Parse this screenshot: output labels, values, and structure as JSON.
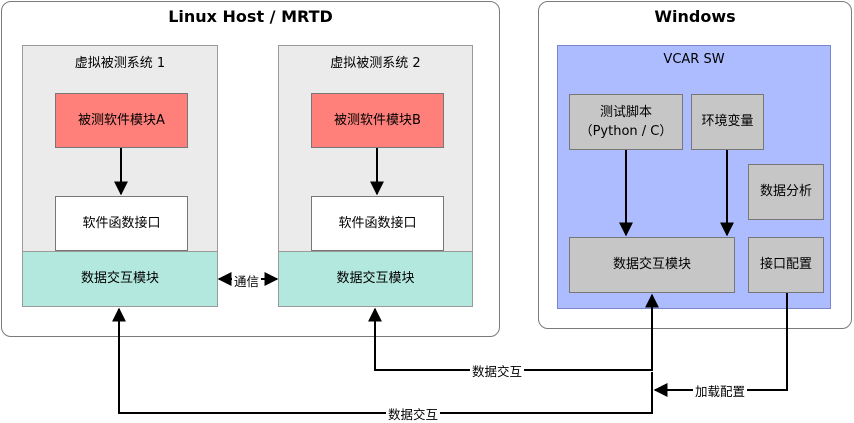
{
  "linux_host": {
    "title": "Linux Host / MRTD",
    "system1": {
      "title": "虚拟被测系统 1",
      "module": "被测软件模块A",
      "interface": "软件函数接口",
      "exchange": "数据交互模块"
    },
    "system2": {
      "title": "虚拟被测系统 2",
      "module": "被测软件模块B",
      "interface": "软件函数接口",
      "exchange": "数据交互模块"
    },
    "link_label": "通信"
  },
  "windows": {
    "title": "Windows",
    "vcar": {
      "title": "VCAR SW",
      "script_line1": "测试脚本",
      "script_line2": "（Python / C）",
      "env_vars": "环境变量",
      "data_analysis": "数据分析",
      "exchange": "数据交互模块",
      "interface_config": "接口配置"
    }
  },
  "connections": {
    "exchange_2": "数据交互",
    "exchange_1": "数据交互",
    "load_config": "加载配置"
  }
}
